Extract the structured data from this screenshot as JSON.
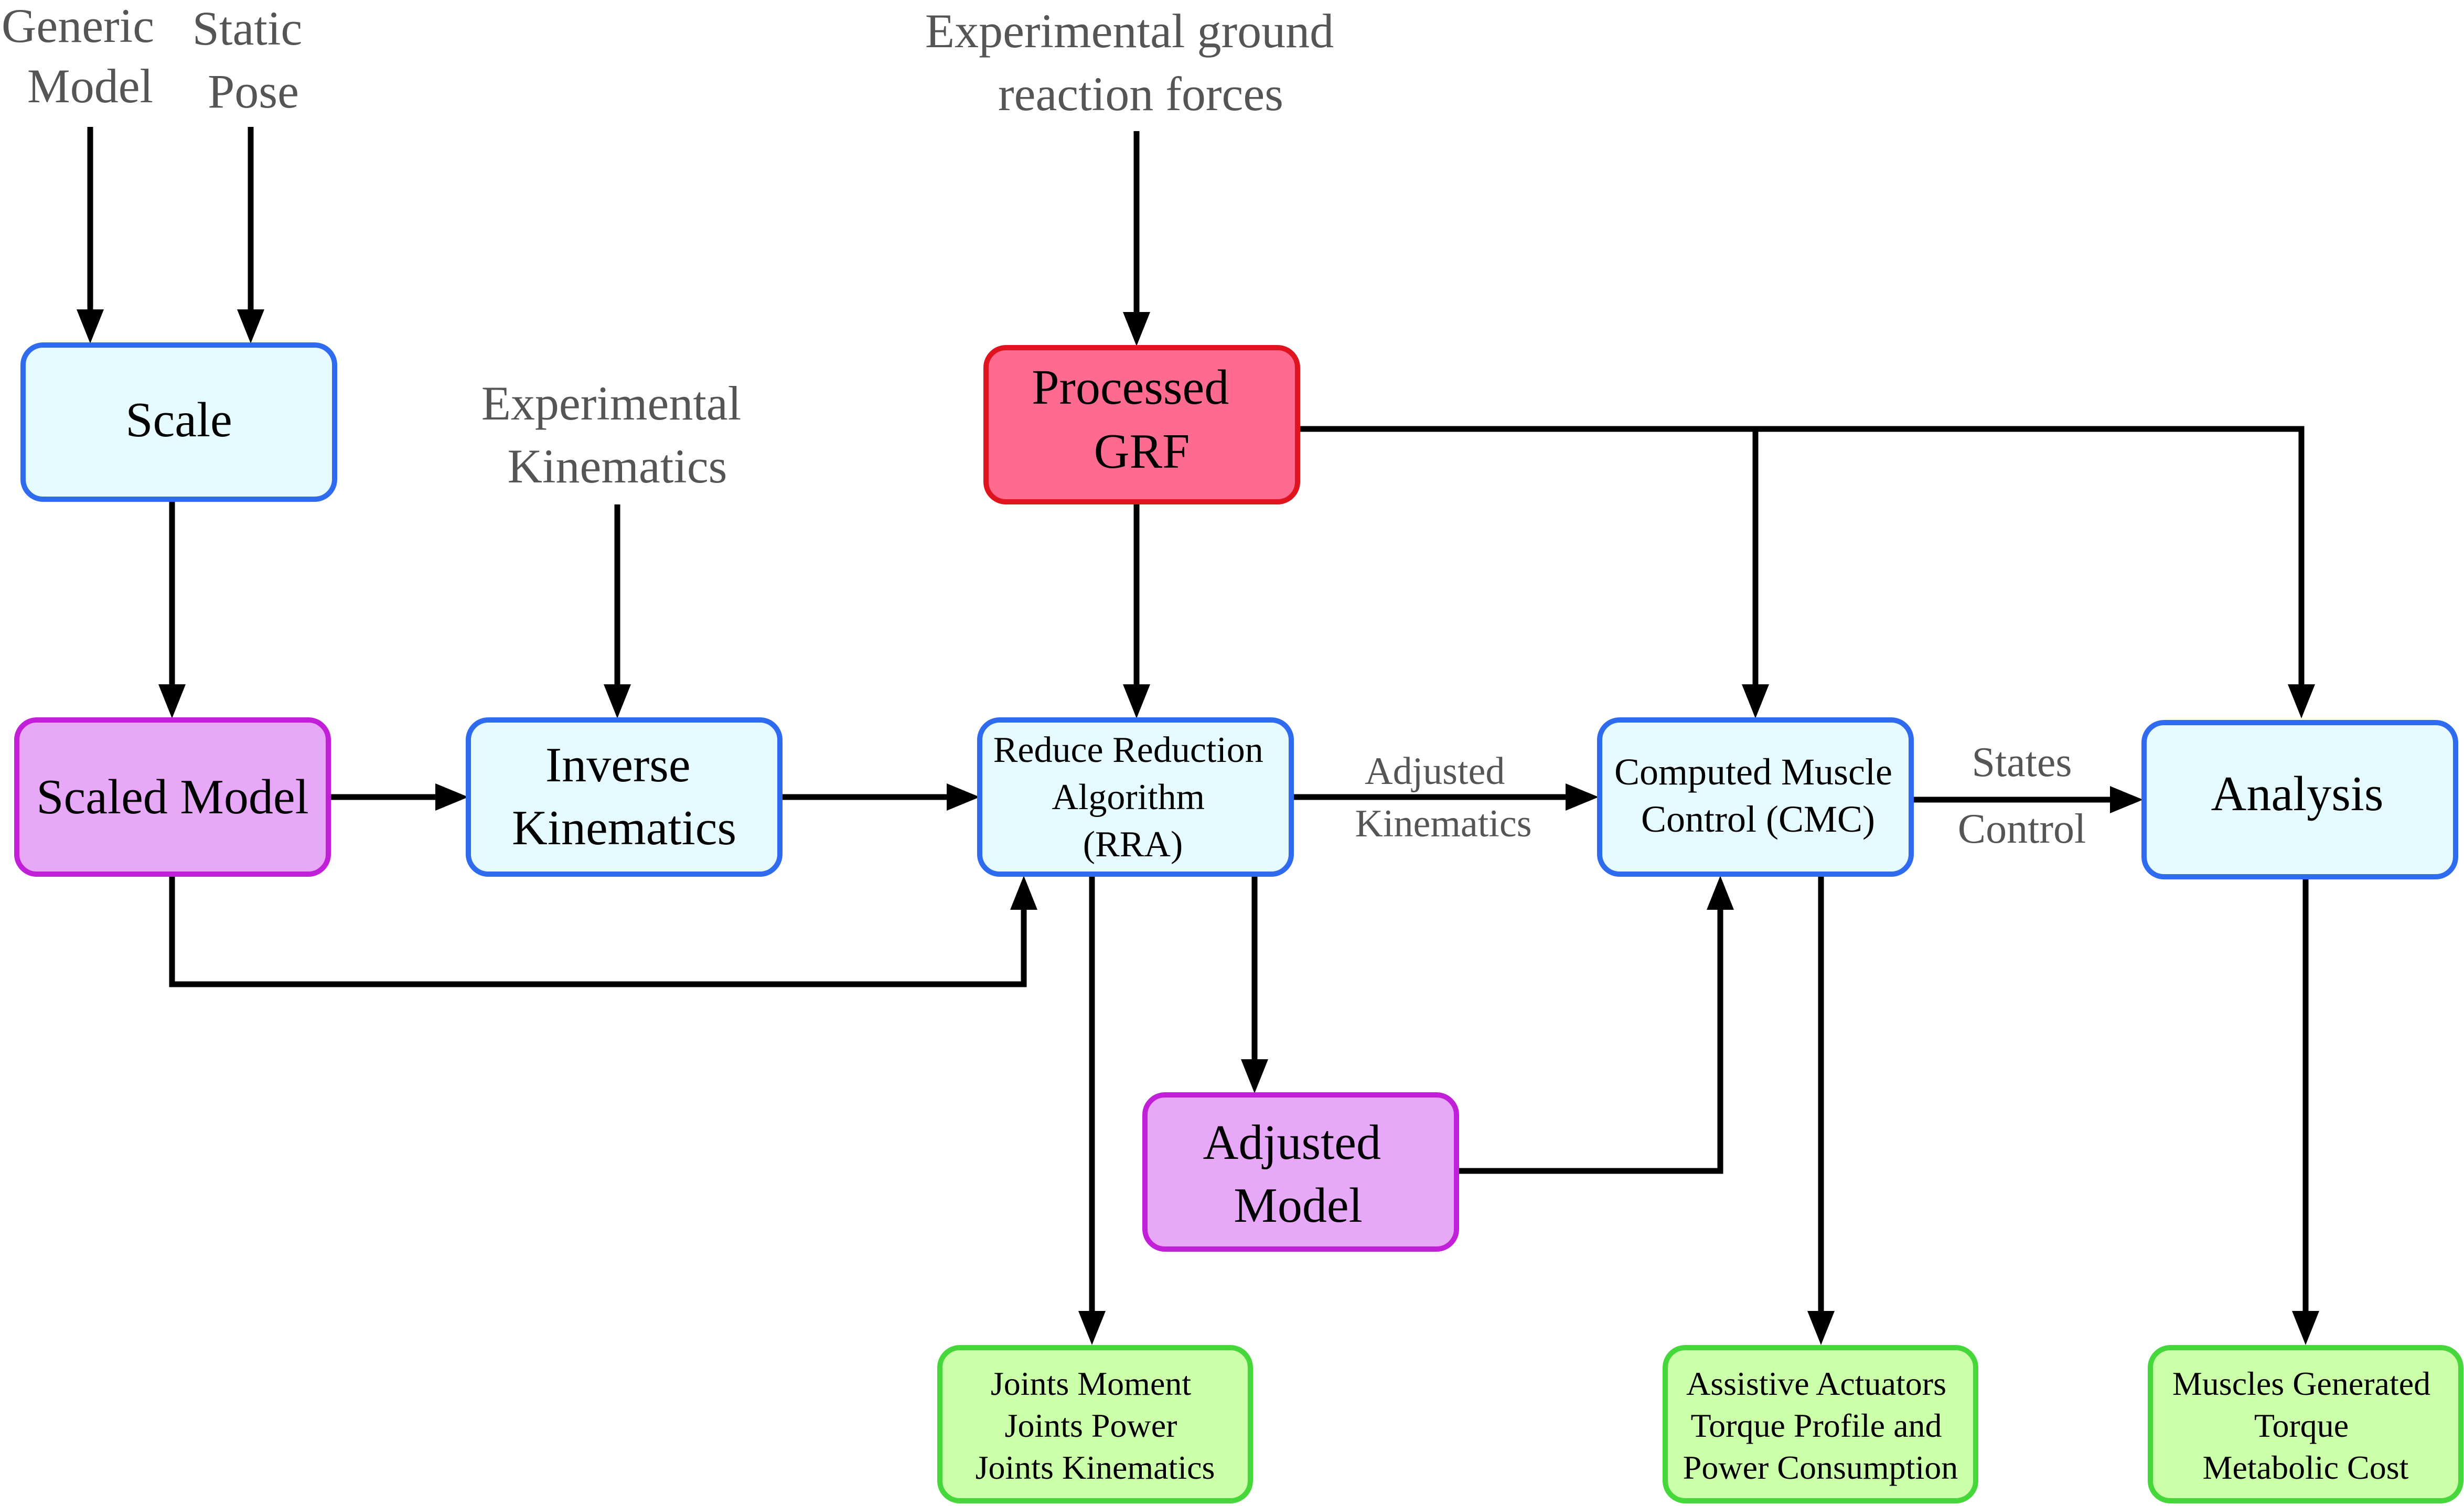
{
  "colors": {
    "process_fill": "#E6FBFF",
    "process_stroke": "#2F6BEF",
    "model_fill": "#E8A8F8",
    "model_stroke": "#C21FD8",
    "grf_fill": "#FF6A91",
    "grf_stroke": "#E0141E",
    "output_fill": "#CCFFAA",
    "output_stroke": "#46D83A",
    "arrow": "#000000",
    "input_text": "#555555"
  },
  "inputs": {
    "generic_model": [
      "Generic",
      "Model"
    ],
    "static_pose": [
      "Static",
      "Pose"
    ],
    "experimental_grf": [
      "Experimental ground",
      "reaction forces"
    ],
    "experimental_kinematics": [
      "Experimental",
      "Kinematics"
    ]
  },
  "boxes": {
    "scale": [
      "Scale"
    ],
    "scaled_model": [
      "Scaled Model"
    ],
    "inverse_kinematics": [
      "Inverse",
      "Kinematics"
    ],
    "processed_grf": [
      "Processed",
      "GRF"
    ],
    "rra": [
      "Reduce Reduction",
      "Algorithm",
      "(RRA)"
    ],
    "adjusted_model": [
      "Adjusted",
      "Model"
    ],
    "cmc": [
      "Computed Muscle",
      "Control (CMC)"
    ],
    "analysis": [
      "Analysis"
    ],
    "rra_output": [
      "Joints Moment",
      "Joints Power",
      "Joints Kinematics"
    ],
    "cmc_output": [
      "Assistive Actuators",
      "Torque Profile and",
      "Power Consumption"
    ],
    "analysis_output": [
      "Muscles Generated",
      "Torque",
      "Metabolic Cost"
    ]
  },
  "edge_labels": {
    "adjusted_kinematics": [
      "Adjusted",
      "Kinematics"
    ],
    "states": "States",
    "control": "Control"
  }
}
